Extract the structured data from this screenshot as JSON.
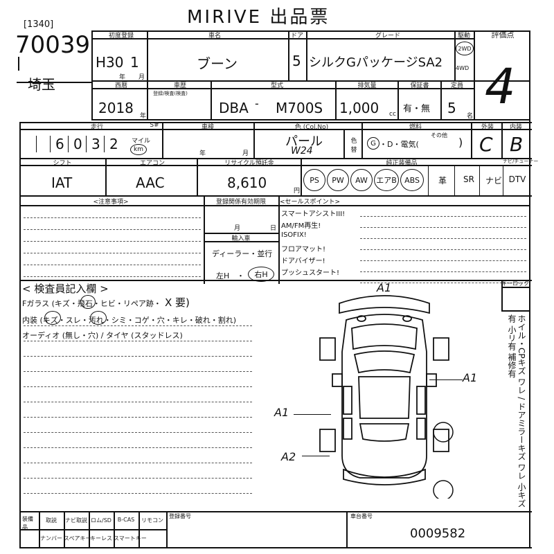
{
  "header": {
    "title": "MIRIVE 出品票"
  },
  "lot": {
    "code": "[1340]",
    "number": "70039",
    "region": "埼玉"
  },
  "row1": {
    "labels": {
      "first_reg": "初度登録",
      "car_name": "車名",
      "door": "ドア",
      "grade": "グレード",
      "drive": "駆動",
      "score": "評価点"
    },
    "era": "H30",
    "month": "1",
    "nen": "年",
    "tsuki": "月",
    "car_name": "ブーン",
    "door": "5",
    "grade": "シルクGパッケージSA2",
    "drive_2wd": "2WD",
    "drive_4wd": "4WD",
    "score": "4"
  },
  "row2": {
    "labels": {
      "model_year": "西暦",
      "inspection": "車歴",
      "inspection_note": "登録/検査(検査)",
      "model": "型式",
      "displacement": "排気量",
      "warranty": "保証書",
      "capacity": "定員"
    },
    "year": "2018",
    "year_unit": "年",
    "model_prefix": "DBA",
    "model_dash": "-",
    "model_code": "M700S",
    "displacement": "1,000",
    "cc": "cc",
    "warranty": "有・無",
    "capacity": "5",
    "capacity_unit": "名"
  },
  "row3": {
    "labels": {
      "mileage": "走行",
      "smeter": "S#",
      "shaken": "車検",
      "color": "色 (Col.No)",
      "color_side": "色替",
      "fuel": "燃料",
      "exterior": "外装",
      "interior": "内装"
    },
    "mileage_digits": [
      "6",
      "0",
      "3",
      "2"
    ],
    "mile": "マイル",
    "km": "km",
    "shaken_nen": "年",
    "shaken_tsuki": "月",
    "color": "パール",
    "color_no": "W24",
    "fuel_g": "G",
    "fuel_rest": "・D・電気(",
    "fuel_other": "その他",
    "fuel_close": ")",
    "exterior": "C",
    "interior": "B"
  },
  "row4": {
    "labels": {
      "shift": "シフト",
      "aircon": "エアコン",
      "recycle": "リサイクル預託金",
      "equipment": "純正装備品",
      "navi_tuner": "ナビ/チューナー"
    },
    "shift": "IAT",
    "aircon": "AAC",
    "recycle": "8,610",
    "yen": "円",
    "equip_circled": [
      "PS",
      "PW",
      "AW",
      "エアB",
      "ABS"
    ],
    "equip_plain": [
      "革",
      "SR",
      "ナビ",
      "DTV"
    ]
  },
  "notes": {
    "caution_title": "<注意事項>",
    "reg_title": "登録関係有効期限",
    "reg_month": "月",
    "reg_day": "日",
    "import_title": "輸入車",
    "dealer": "ディーラー・並行",
    "left": "左H",
    "dot": "・",
    "right": "右H",
    "sales_title": "<セールスポイント>",
    "sales": [
      "スマートアシストIII!",
      "AM/FM再生!",
      "ISOFIX!",
      "フロアマット!",
      "ドアバイザー!",
      "プッシュスタート!"
    ]
  },
  "inspector": {
    "title": "< 検査員記入欄 >",
    "glass": "Fガラス (キズ・飛石・ヒビ・リペア跡・",
    "glass_x": "X 要)",
    "interior": "内装 (キズ・スレ・汚れ・シミ・コゲ・穴・キレ・破れ・割れ)",
    "audio": "オーディオ (無し・穴) / タイヤ (スタッドレス)"
  },
  "diagram": {
    "marks": [
      "A1",
      "A1",
      "A1",
      "A2"
    ],
    "key_lock": "キーロック",
    "legend": "ホイル・CPキズ ワレ / ドアミラーキズ ワレ 小キズ有 小リ有 補修有"
  },
  "footer": {
    "labels": [
      "装備品",
      "取説",
      "ナビ取説",
      "ロム/SD",
      "B-CAS",
      "リモコン",
      "ナンバー",
      "スペアキー",
      "キーレス",
      "スマートキー"
    ],
    "reg_no_label": "登録番号",
    "chassis_label": "車台番号",
    "chassis": "0009582"
  }
}
